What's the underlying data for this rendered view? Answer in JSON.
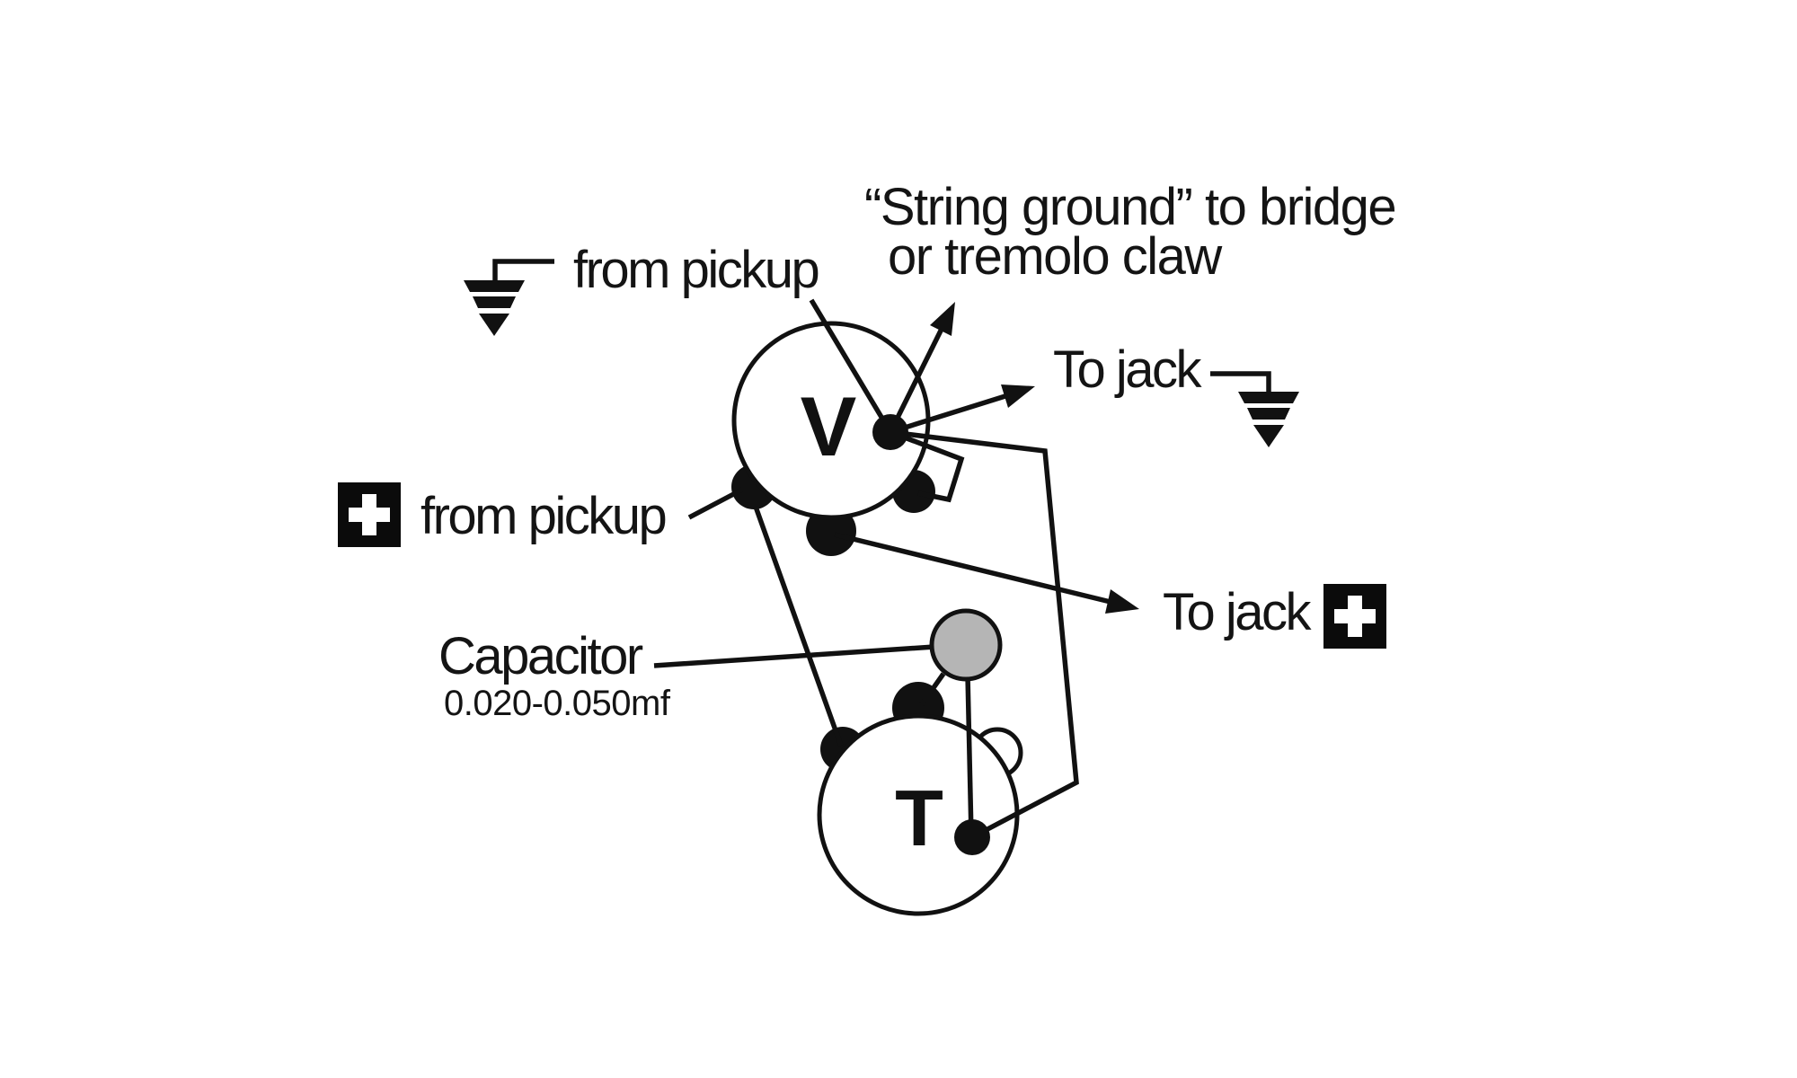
{
  "diagram": {
    "kind": "guitar-volume-tone-wiring-diagram",
    "labels": {
      "string_ground_line1": "“String ground” to bridge",
      "string_ground_line2": "or tremolo claw",
      "from_pickup_top": "from pickup",
      "from_pickup_left": "from pickup",
      "to_jack_ground": "To jack",
      "to_jack_hot": "To jack",
      "capacitor_name": "Capacitor",
      "capacitor_value": "0.020-0.050mf",
      "volume_pot_letter": "V",
      "tone_pot_letter": "T"
    },
    "icons": {
      "ground_top_left": "ground-icon",
      "ground_right": "ground-icon",
      "plus_left": "plus-icon",
      "plus_right": "plus-icon"
    },
    "colors": {
      "line": "#111111",
      "text": "#141414",
      "pot_fill": "#ffffff",
      "capacitor_fill": "#b5b5b5",
      "plus_bg": "#0b0b0b",
      "plus_fg": "#ffffff",
      "background": "#ffffff"
    }
  }
}
